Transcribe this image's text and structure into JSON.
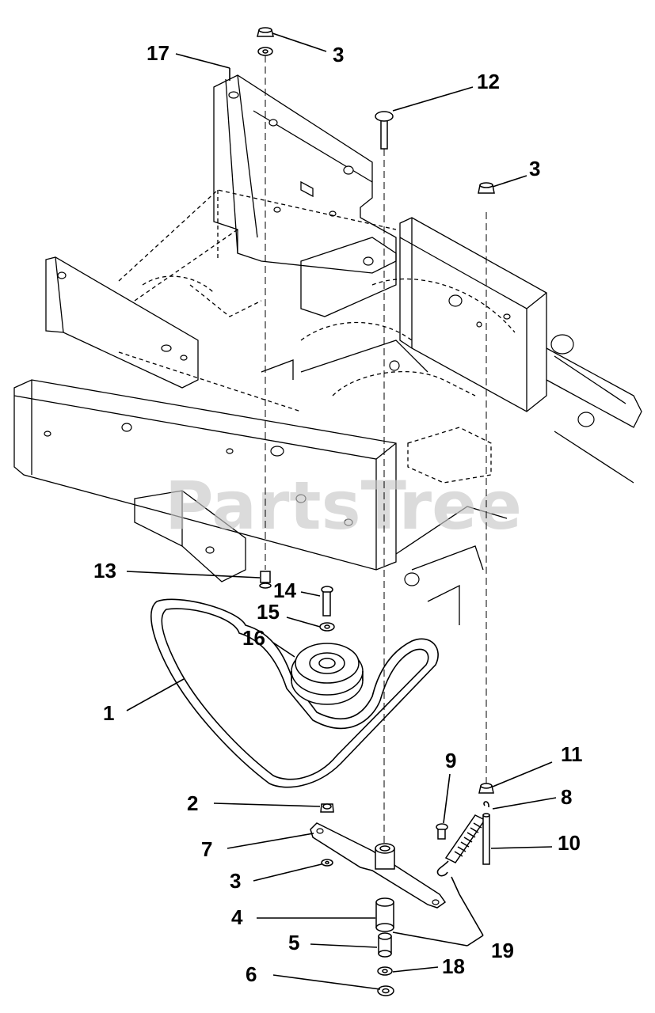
{
  "watermark": "PartsTree",
  "callouts": {
    "c1": "1",
    "c2": "2",
    "c3_top": "3",
    "c3_right": "3",
    "c3_low": "3",
    "c4": "4",
    "c5": "5",
    "c6": "6",
    "c7": "7",
    "c8": "8",
    "c9": "9",
    "c10": "10",
    "c11": "11",
    "c12": "12",
    "c13": "13",
    "c14": "14",
    "c15": "15",
    "c16": "16",
    "c17": "17",
    "c18": "18",
    "c19": "19"
  }
}
